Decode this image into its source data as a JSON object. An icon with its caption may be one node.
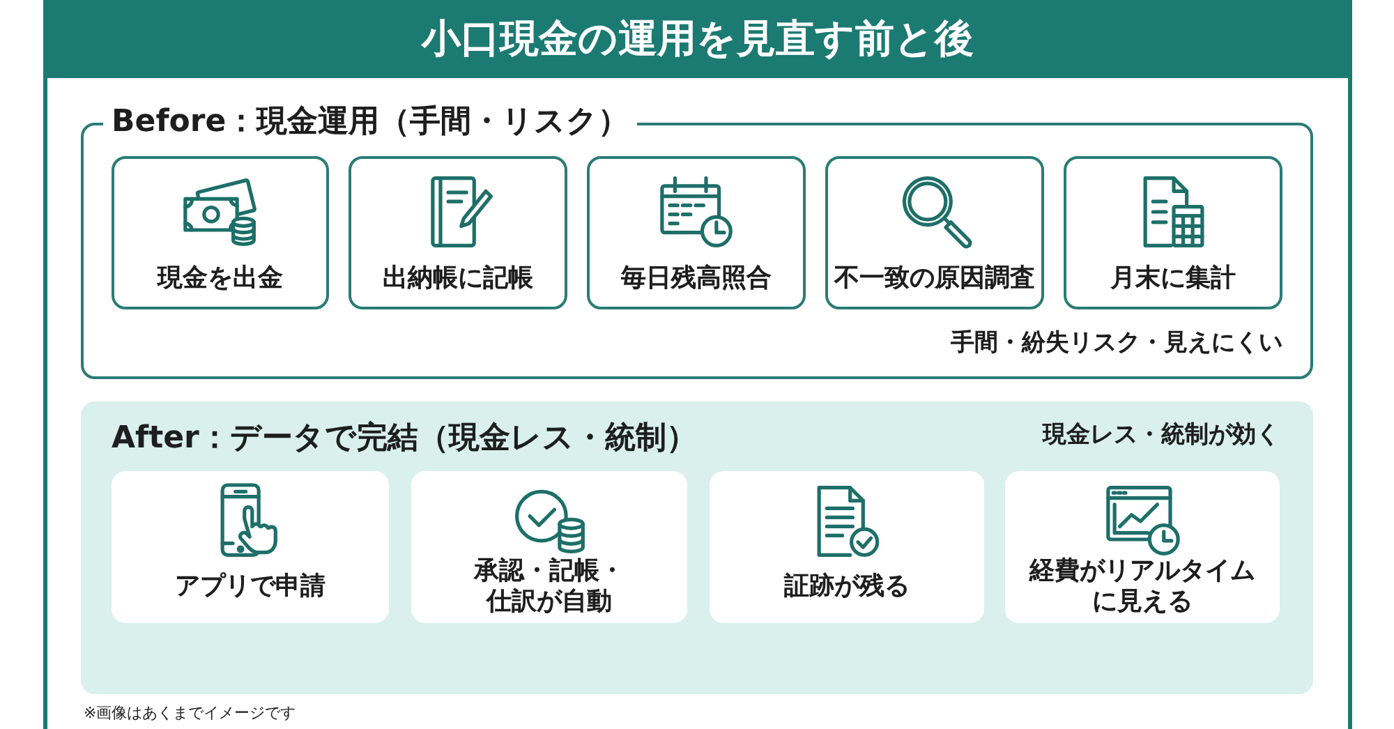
{
  "diagram": {
    "title": "小口現金の運用を見直す前と後",
    "nodes": [
      {
        "text": [
          "Before：現金運用（手間・リスク）",
          "手間・紛失リスク・見えにくい"
        ]
      },
      {
        "text": [
          "現金を出金"
        ],
        "in": 0
      },
      {
        "text": [
          "出納帳に記帳"
        ],
        "in": 0
      },
      {
        "text": [
          "毎日残高照合"
        ],
        "in": 0
      },
      {
        "text": [
          "不一致の原因調査"
        ],
        "in": 0
      },
      {
        "text": [
          "月末に集計"
        ],
        "in": 0
      },
      {
        "text": [
          "After：データで完結（現金レス・統制）",
          "現金レス・統制が効く"
        ]
      },
      {
        "text": [
          "アプリで申請"
        ],
        "in": 6
      },
      {
        "text": [
          "承認・記帳・仕訳が自動"
        ],
        "in": 6
      },
      {
        "text": [
          "証跡が残る"
        ],
        "in": 6
      },
      {
        "text": [
          "経費がリアルタイムに見える"
        ],
        "in": 6
      }
    ],
    "labels": [
      "※画像はあくまでイメージです"
    ]
  }
}
